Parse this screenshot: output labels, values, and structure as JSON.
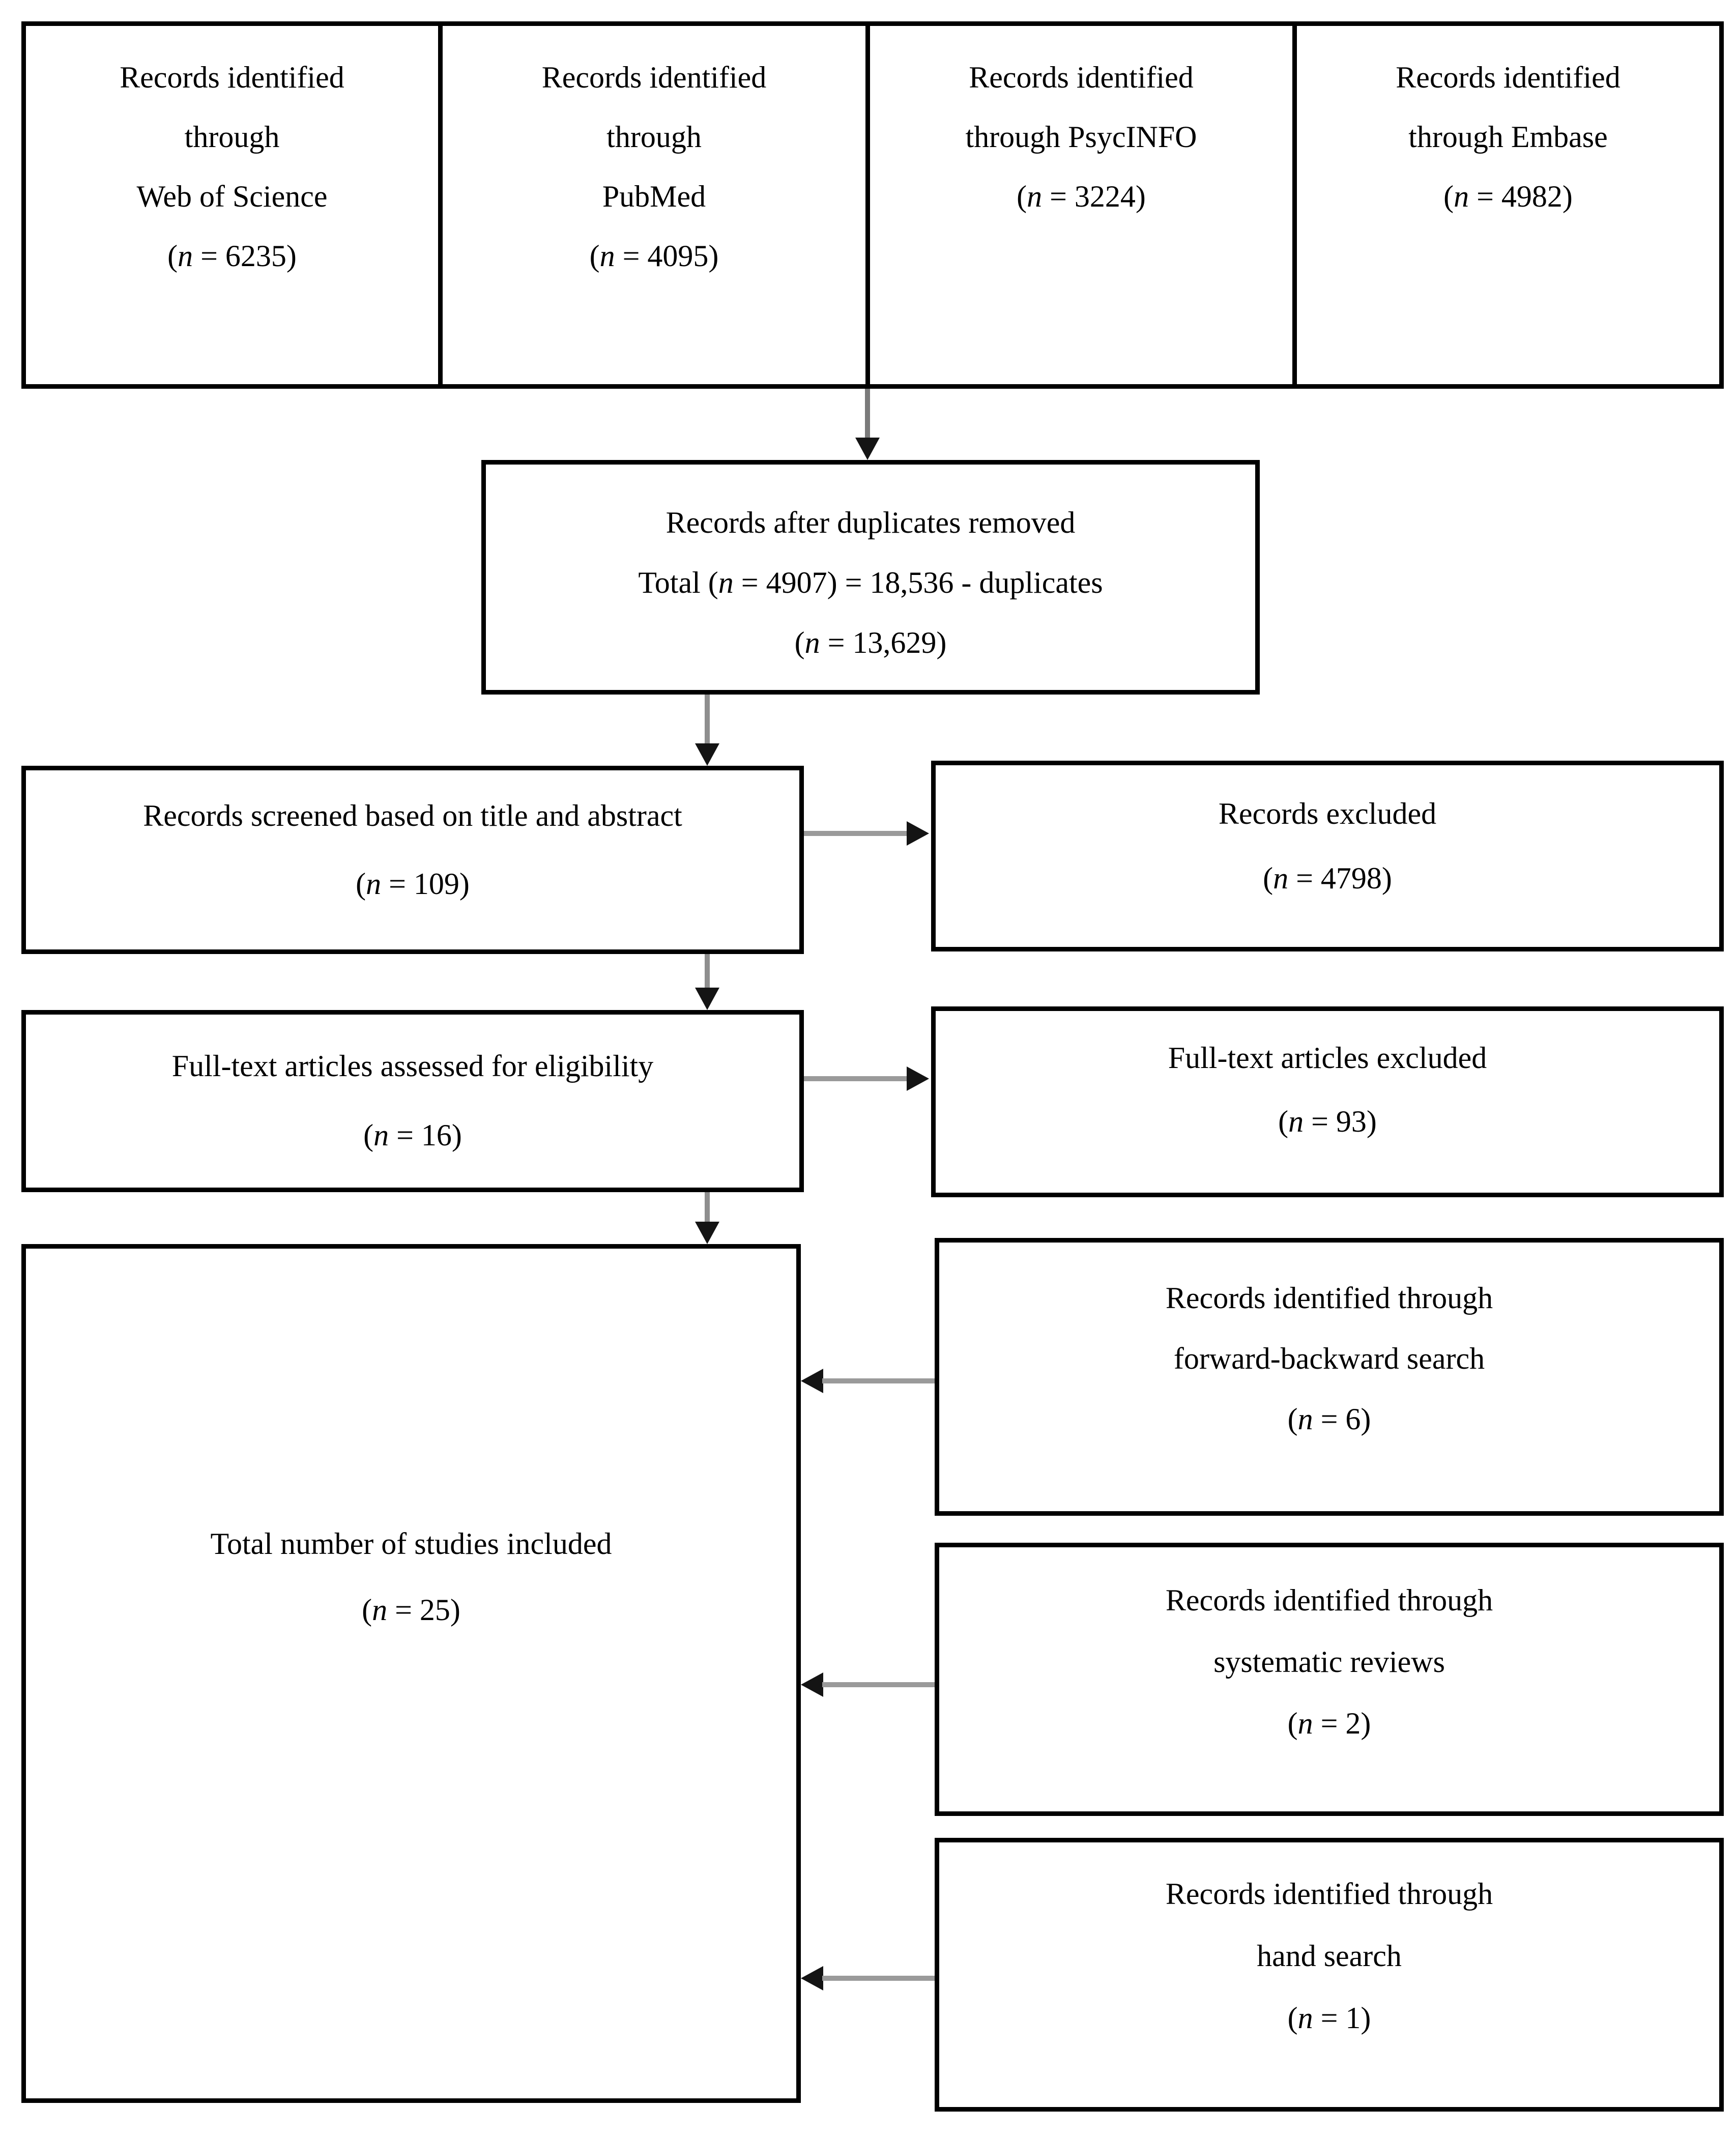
{
  "sym": {
    "open": "(",
    "n": "n",
    "eq": " = ",
    "close": ")"
  },
  "colors": {
    "background": "#ffffff",
    "box_border": "#000000",
    "text": "#000000",
    "arrow_stem": "#8e8e8e",
    "arrow_head": "#141414"
  },
  "boxes": {
    "wos": {
      "lines": [
        "Records identified",
        "through",
        "Web of Science"
      ],
      "n_value": "6235"
    },
    "pubmed": {
      "lines": [
        "Records identified",
        "through",
        "PubMed"
      ],
      "n_value": "4095"
    },
    "psycinfo": {
      "lines": [
        "Records identified",
        "through PsycINFO"
      ],
      "n_value": "3224"
    },
    "embase": {
      "lines": [
        "Records identified",
        "through Embase"
      ],
      "n_value": "4982"
    },
    "duplicates": {
      "line1": "Records after duplicates removed",
      "line2_prefix": "Total (",
      "line2_suffix": " = 4907) = 18,536 - duplicates",
      "n_value": "13,629"
    },
    "screened": {
      "line1": "Records screened based on title and abstract",
      "n_value": "109"
    },
    "excluded": {
      "line1": "Records excluded",
      "n_value": "4798"
    },
    "fulltext": {
      "line1": "Full-text articles assessed for eligibility",
      "n_value": "16"
    },
    "ft_excluded": {
      "line1": "Full-text articles excluded",
      "n_value": "93"
    },
    "total": {
      "line1": "Total number of studies included",
      "n_value": "25"
    },
    "forward_backward": {
      "line1": "Records identified through",
      "line2": "forward-backward search",
      "n_value": "6"
    },
    "systematic": {
      "line1": "Records identified through",
      "line2": "systematic reviews",
      "n_value": "2"
    },
    "hand": {
      "line1": "Records identified through",
      "line2": "hand search",
      "n_value": "1"
    }
  }
}
